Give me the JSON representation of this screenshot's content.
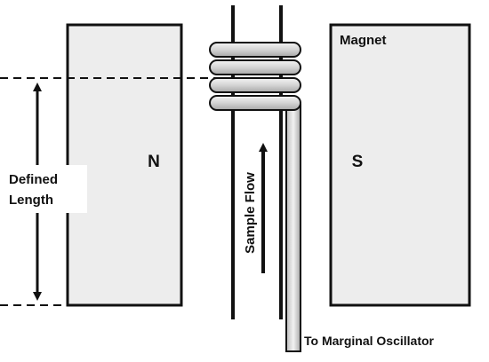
{
  "diagram": {
    "magnet_label": "Magnet",
    "north_pole_label": "N",
    "south_pole_label": "S",
    "defined_length_line1": "Defined",
    "defined_length_line2": "Length",
    "sample_flow_label": "Sample Flow",
    "oscillator_label": "To Marginal Oscillator"
  },
  "colors": {
    "magnet_fill": "#ededed",
    "outline": "#111111",
    "coil_fill": "#d9d9d9",
    "wire_fill": "#d9d9d9",
    "background": "#ffffff"
  }
}
